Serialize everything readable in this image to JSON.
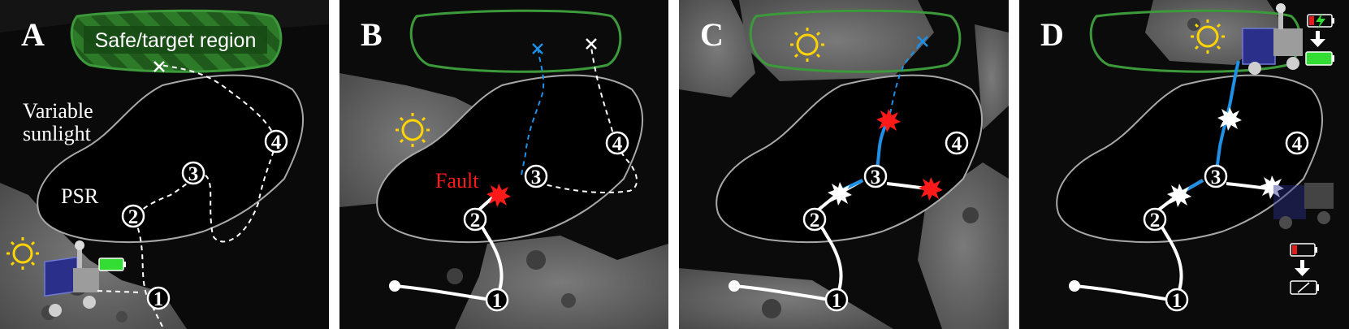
{
  "panels": [
    {
      "letter": "A"
    },
    {
      "letter": "B"
    },
    {
      "letter": "C"
    },
    {
      "letter": "D"
    }
  ],
  "waypoints": [
    "1",
    "2",
    "3",
    "4"
  ],
  "labels": {
    "safe_target_region": "Safe/target region",
    "variable_sunlight_line1": "Variable",
    "variable_sunlight_line2": "sunlight",
    "psr": "PSR",
    "fault": "Fault"
  },
  "colors": {
    "terrain": "#5f5f5f",
    "shadow": "#070707",
    "psr_outline": "#a8a8a8",
    "target_outline": "#3c9a3a",
    "path_white": "#ffffff",
    "path_blue": "#1e90e6",
    "fault_red": "#ff1a1a",
    "sun_yellow": "#ffd400",
    "battery_full": "#33dd33",
    "battery_low": "#e11c1c"
  },
  "icons": [
    "sun-icon",
    "battery-full-icon",
    "battery-low-icon",
    "battery-empty-icon",
    "down-arrow-icon",
    "fault-burst-icon",
    "rover-icon",
    "target-x-icon",
    "charging-bolt-icon"
  ]
}
